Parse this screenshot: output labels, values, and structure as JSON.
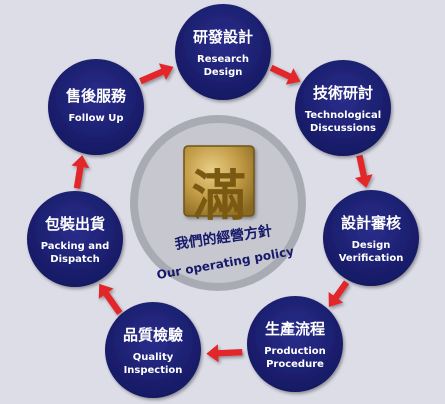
{
  "center": {
    "main_char": "滿",
    "chinese_caption": "我們的經營方針",
    "english_caption": "Our operating policy"
  },
  "steps": [
    {
      "zh": "研發設計",
      "en1": "Research",
      "en2": "Design"
    },
    {
      "zh": "技術研討",
      "en1": "Technological",
      "en2": "Discussions"
    },
    {
      "zh": "設計審核",
      "en1": "Design",
      "en2": "Verification"
    },
    {
      "zh": "生產流程",
      "en1": "Production",
      "en2": "Procedure"
    },
    {
      "zh": "品質檢驗",
      "en1": "Quality",
      "en2": "Inspection"
    },
    {
      "zh": "包裝出貨",
      "en1": "Packing and",
      "en2": "Dispatch"
    },
    {
      "zh": "售後服務",
      "en1": "Follow Up",
      "en2": ""
    }
  ],
  "colors": {
    "background": "#dcdde7",
    "node_fill": "#1b1e72",
    "node_text": "#ffffff",
    "arrow": "#e2262a",
    "center_ring": "#a9abb4",
    "center_inner": "#c7c8cf",
    "gold": "#b8913a",
    "caption": "#17196b"
  }
}
